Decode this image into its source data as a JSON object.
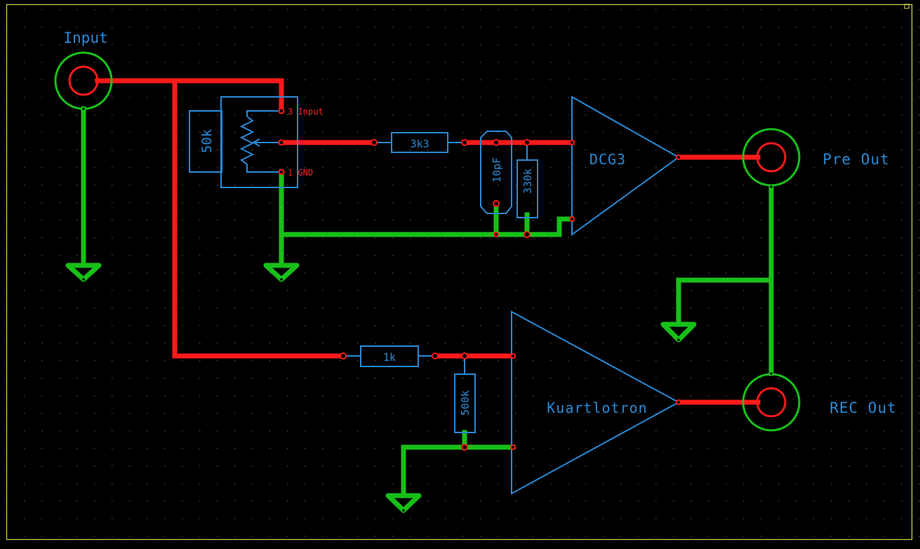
{
  "colors": {
    "background": "#000000",
    "frame": "#d8d850",
    "grid_dot": "#4a4a4a",
    "signal": "#ff1a1a",
    "ground": "#18c018",
    "symbol": "#2a8ad6",
    "pin_label": "#ff2020"
  },
  "connectors": {
    "input": {
      "label": "Input"
    },
    "pre_out": {
      "label": "Pre Out"
    },
    "rec_out": {
      "label": "REC Out"
    }
  },
  "potentiometer": {
    "value": "50k",
    "pin3_label": "3 Input",
    "pin1_label": "1 GND"
  },
  "components": {
    "r_series_top": {
      "value": "3k3"
    },
    "c_top": {
      "value": "10pF"
    },
    "r_shunt_top": {
      "value": "330k"
    },
    "r_series_bottom": {
      "value": "1k"
    },
    "r_shunt_bottom": {
      "value": "500k"
    }
  },
  "amplifiers": {
    "top": {
      "label": "DCG3"
    },
    "bottom": {
      "label": "Kuartlotron"
    }
  }
}
